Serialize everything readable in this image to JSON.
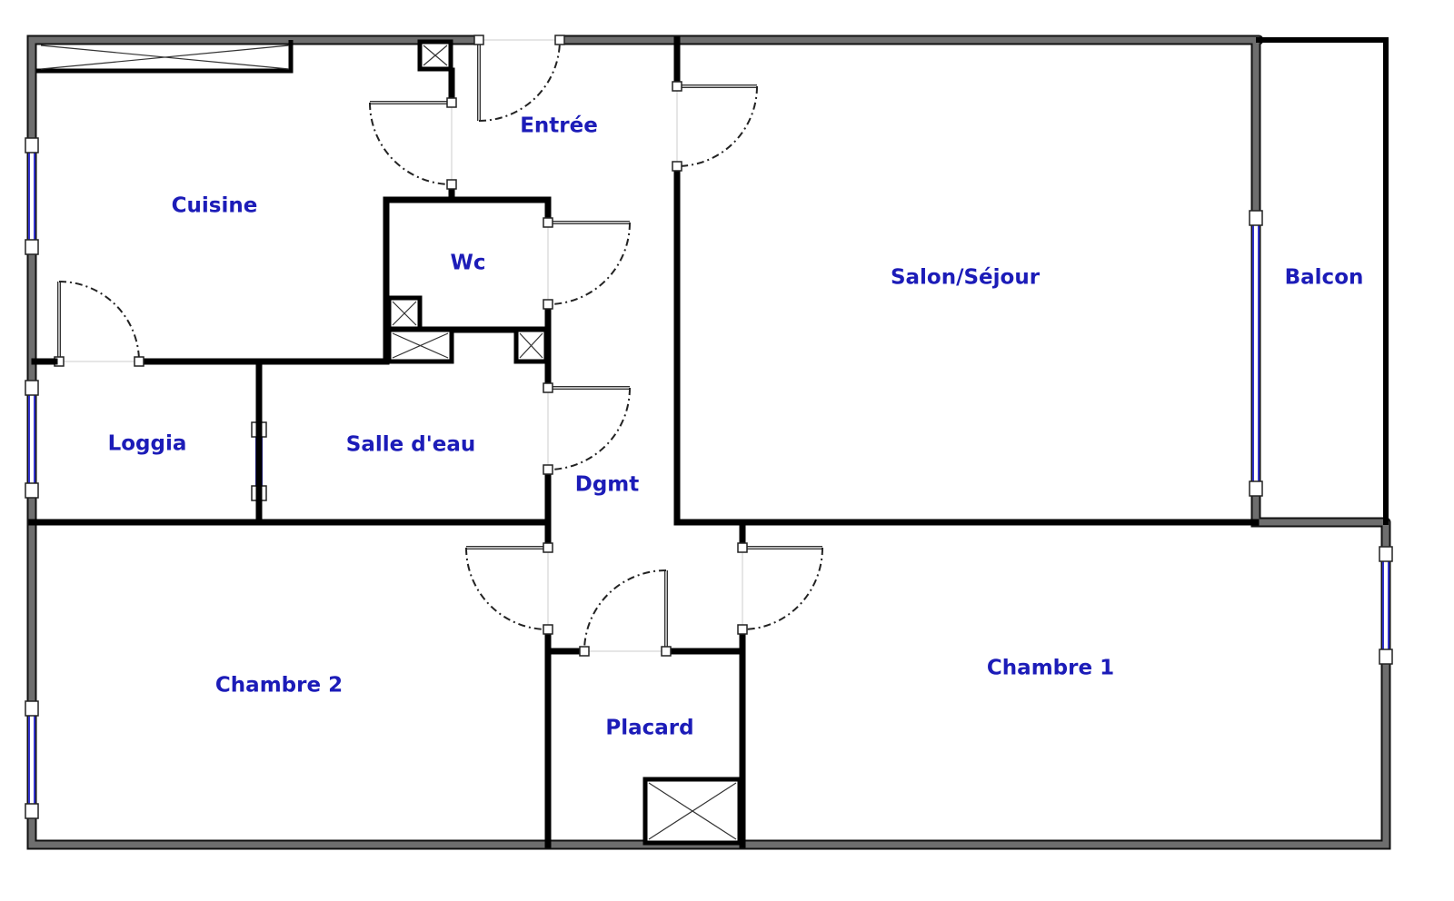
{
  "plan": {
    "rooms": {
      "entree": "Entrée",
      "cuisine": "Cuisine",
      "wc": "Wc",
      "salon": "Salon/Séjour",
      "balcon": "Balcon",
      "loggia": "Loggia",
      "salle_eau": "Salle d'eau",
      "dgmt": "Dgmt",
      "chambre2": "Chambre 2",
      "chambre1": "Chambre 1",
      "placard": "Placard"
    },
    "colors": {
      "label": "#1c1cb8",
      "window": "#3333cc",
      "outer_wall": "#6e6e6e"
    }
  }
}
